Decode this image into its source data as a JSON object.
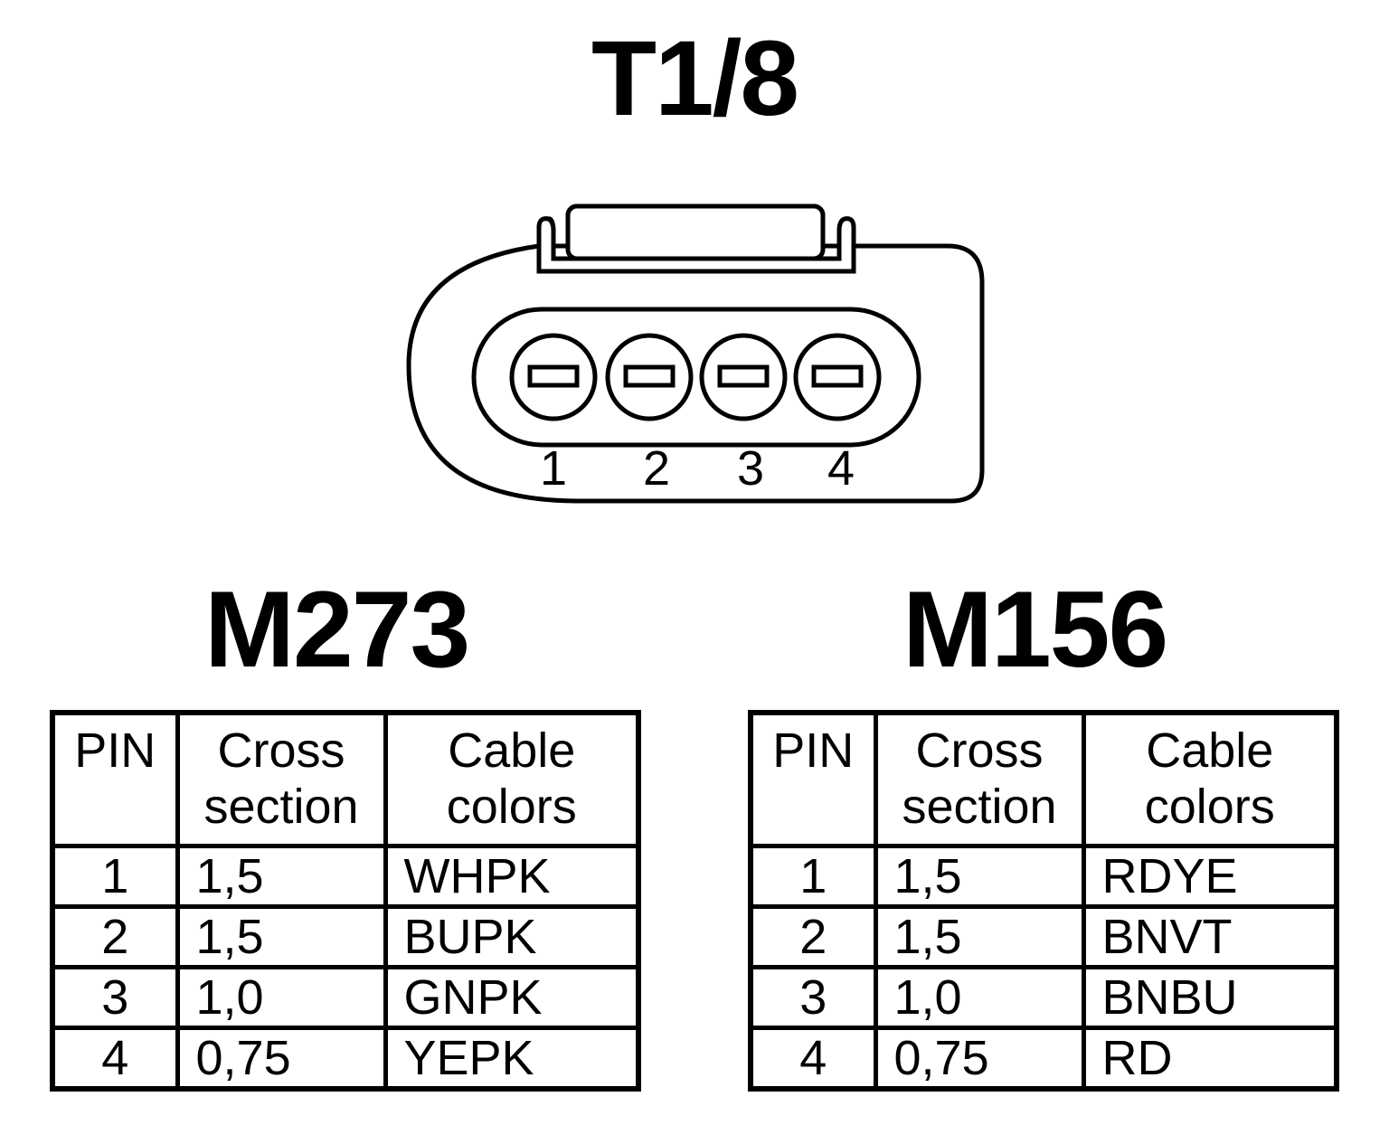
{
  "connector": {
    "title": "T1/8",
    "pin_numbers": [
      "1",
      "2",
      "3",
      "4"
    ]
  },
  "headers": {
    "pin": "PIN",
    "cross_line1": "Cross",
    "cross_line2": "section",
    "color_line1": "Cable",
    "color_line2": "colors"
  },
  "tables": {
    "m273": {
      "title": "M273",
      "rows": [
        {
          "pin": "1",
          "cross": "1,5",
          "color": "WHPK"
        },
        {
          "pin": "2",
          "cross": "1,5",
          "color": "BUPK"
        },
        {
          "pin": "3",
          "cross": "1,0",
          "color": "GNPK"
        },
        {
          "pin": "4",
          "cross": "0,75",
          "color": "YEPK"
        }
      ]
    },
    "m156": {
      "title": "M156",
      "rows": [
        {
          "pin": "1",
          "cross": "1,5",
          "color": "RDYE"
        },
        {
          "pin": "2",
          "cross": "1,5",
          "color": "BNVT"
        },
        {
          "pin": "3",
          "cross": "1,0",
          "color": "BNBU"
        },
        {
          "pin": "4",
          "cross": "0,75",
          "color": "RD"
        }
      ]
    }
  }
}
